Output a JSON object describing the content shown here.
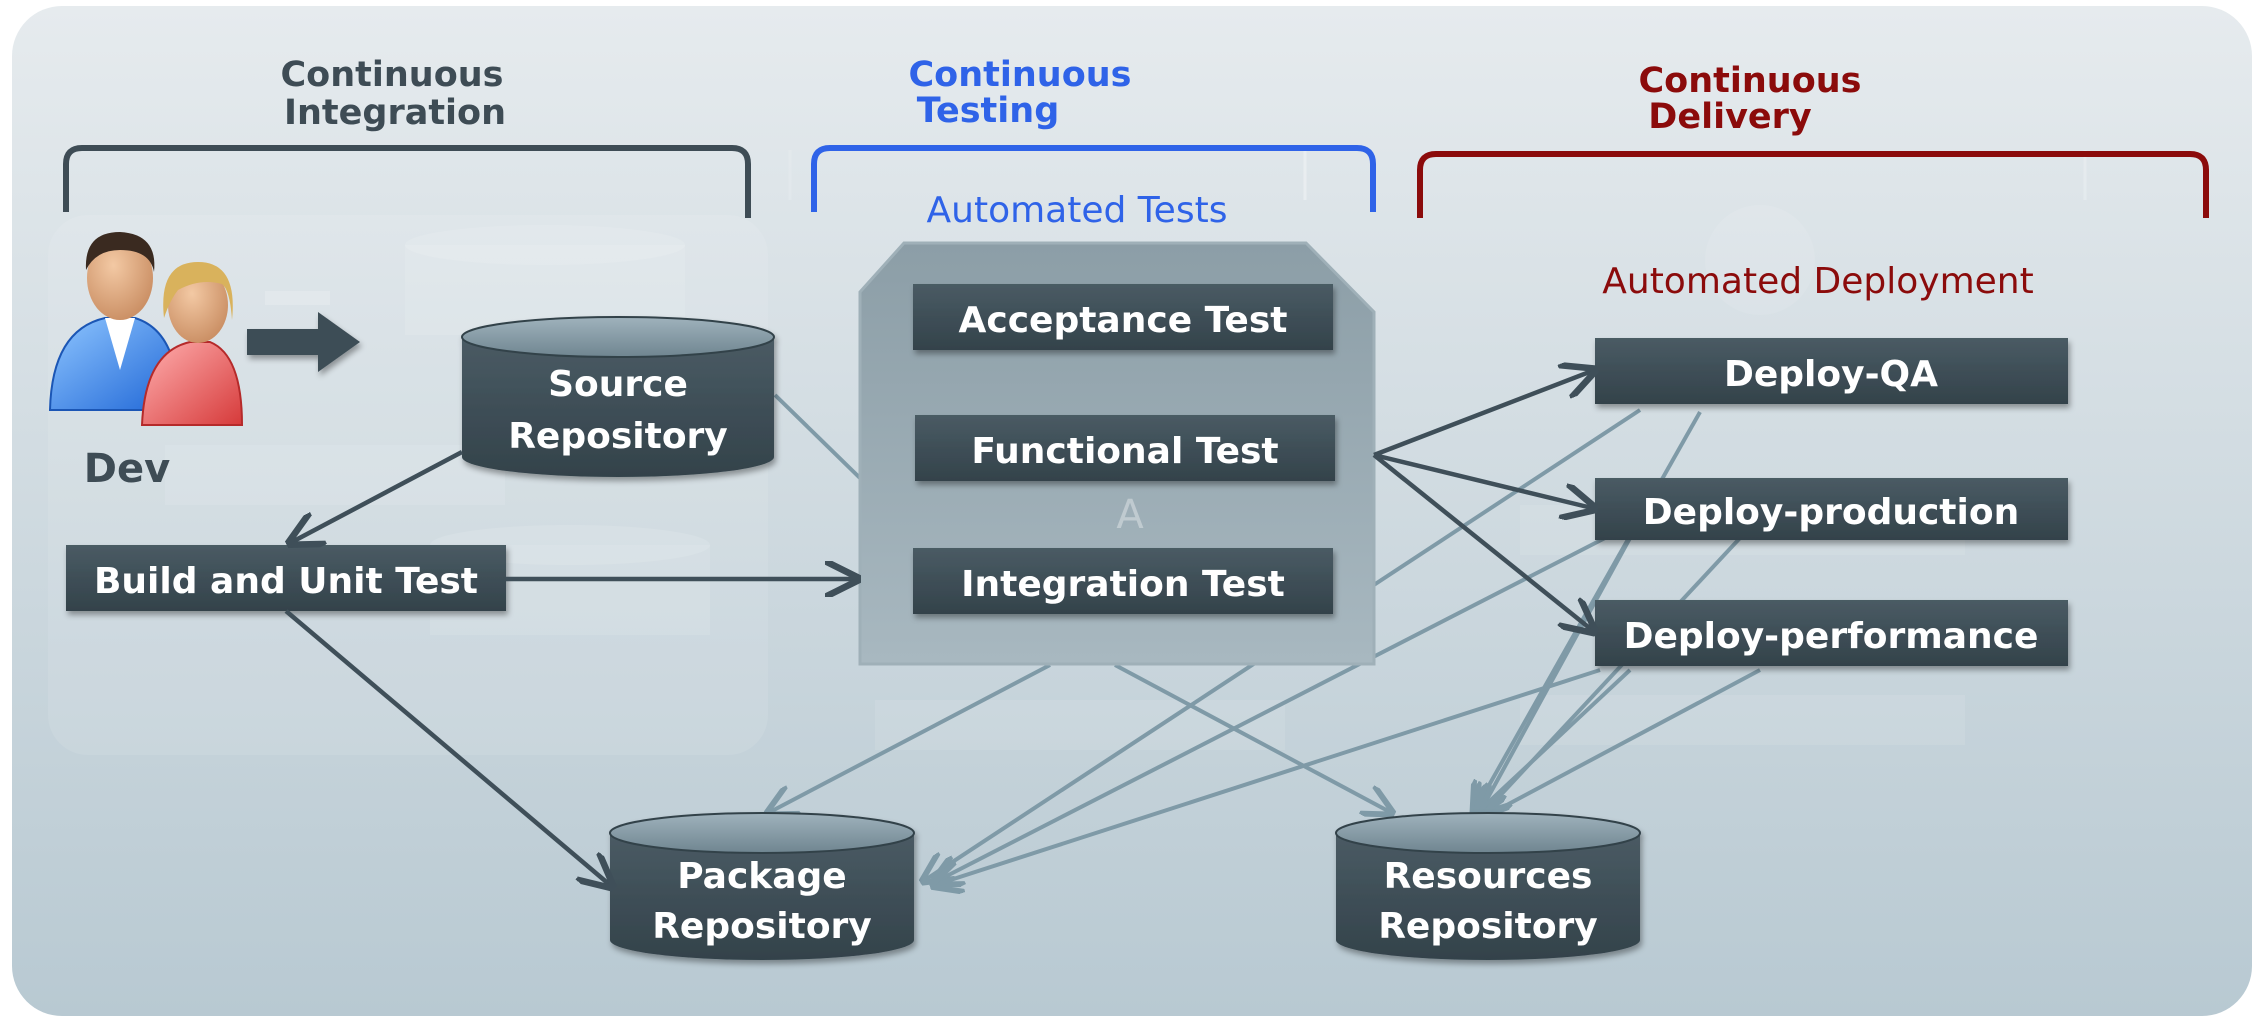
{
  "headers": {
    "ci": [
      "Continuous",
      "Integration"
    ],
    "ct": [
      "Continuous",
      "Testing"
    ],
    "cd": [
      "Continuous",
      "Delivery"
    ]
  },
  "dev_label": "Dev",
  "nodes": {
    "source_repo": [
      "Source",
      "Repository"
    ],
    "build_unit": "Build and Unit Test",
    "automated_tests": "Automated Tests",
    "acceptance": "Acceptance Test",
    "functional": "Functional Test",
    "integration": "Integration Test",
    "automated_deployment": "Automated Deployment",
    "deploy_qa": "Deploy-QA",
    "deploy_prod": "Deploy-production",
    "deploy_perf": "Deploy-performance",
    "package_repo": [
      "Package",
      "Repository"
    ],
    "resources_repo": [
      "Resources",
      "Repository"
    ]
  },
  "colors": {
    "ci": "#3e4c55",
    "ct": "#2f63e8",
    "cd": "#8b0b0b",
    "box": "#3d4d56",
    "dark_arrow": "#3f4f59",
    "light_arrow": "#7f9aa7"
  },
  "icons": [
    "developers-icon",
    "right-arrow-icon"
  ]
}
